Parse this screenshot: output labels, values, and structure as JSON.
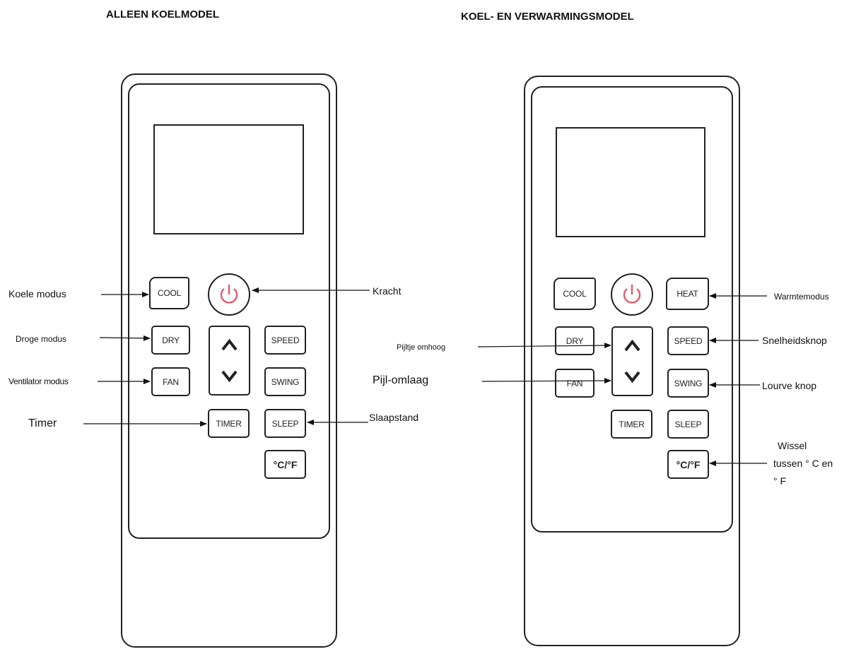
{
  "titles": {
    "left": "ALLEEN KOELMODEL",
    "right": "KOEL- EN VERWARMINGSMODEL"
  },
  "buttons": {
    "cool": "COOL",
    "heat": "HEAT",
    "dry": "DRY",
    "fan": "FAN",
    "speed": "SPEED",
    "swing": "SWING",
    "timer": "TIMER",
    "sleep": "SLEEP",
    "cf": "°C/°F"
  },
  "icons": {
    "power": "power-icon",
    "up": "up-arrow-icon",
    "down": "down-arrow-icon"
  },
  "colors": {
    "power_symbol": "#e05a6a",
    "line": "#222222"
  },
  "labels_left": {
    "cool_mode": "Koele modus",
    "dry_mode": "Droge modus",
    "fan_mode": "Ventilator modus",
    "timer": "Timer",
    "power": "Kracht",
    "arrow_down": "Pijl-omlaag",
    "sleep": "Slaapstand"
  },
  "labels_right": {
    "arrow_up": "Pijltje omhoog",
    "heat_mode": "Warmtemodus",
    "speed": "Snelheidsknop",
    "louvre": "Lourve knop",
    "toggle_line1": "Wissel",
    "toggle_line2": "tussen ° C en",
    "toggle_line3": "° F"
  }
}
